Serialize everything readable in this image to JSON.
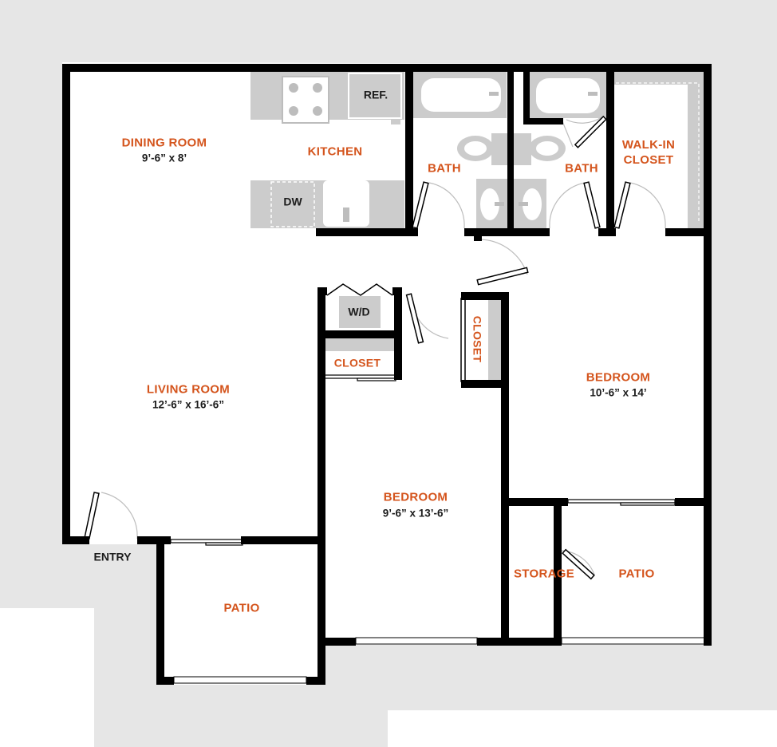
{
  "colors": {
    "accent": "#d4541c",
    "wall": "#000000",
    "fixture": "#cccccc",
    "surround": "#e6e6e6",
    "text": "#1c1c1c"
  },
  "rooms": {
    "dining": {
      "name": "DINING ROOM",
      "size": "9’-6” x 8’"
    },
    "kitchen": {
      "name": "KITCHEN"
    },
    "bath1": {
      "name": "BATH"
    },
    "bath2": {
      "name": "BATH"
    },
    "walkin": {
      "name": "WALK-IN CLOSET"
    },
    "living": {
      "name": "LIVING ROOM",
      "size": "12’-6” x 16’-6”"
    },
    "closet1": {
      "name": "CLOSET"
    },
    "closet2": {
      "name": "CLOSET"
    },
    "bedroom1": {
      "name": "BEDROOM",
      "size": "10’-6” x 14’"
    },
    "bedroom2": {
      "name": "BEDROOM",
      "size": "9’-6” x 13’-6”"
    },
    "storage": {
      "name": "STORAGE"
    },
    "patio1": {
      "name": "PATIO"
    },
    "patio2": {
      "name": "PATIO"
    }
  },
  "fixtures": {
    "ref": "REF.",
    "dw": "DW",
    "wd": "W/D",
    "entry": "ENTRY"
  }
}
